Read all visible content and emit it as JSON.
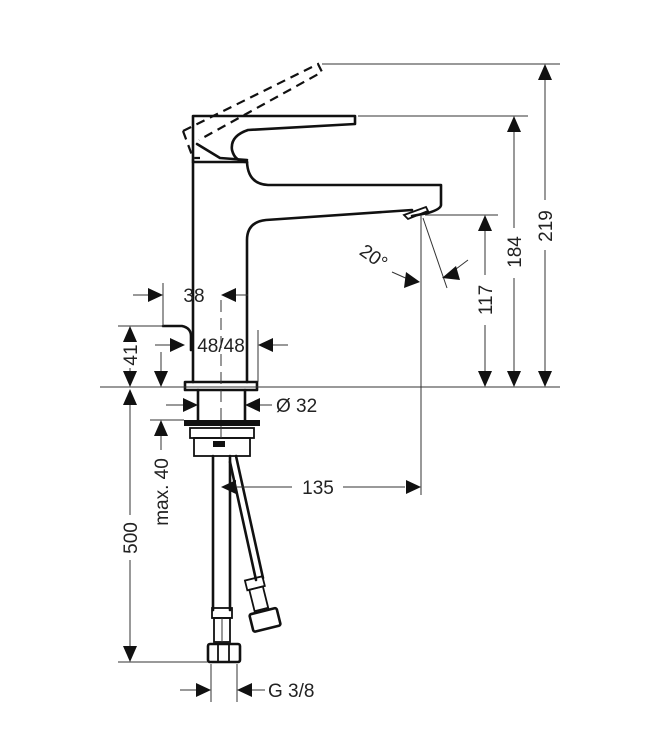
{
  "drawing": {
    "subject": "single-lever basin mixer tap",
    "dimensions": {
      "total_height": "219",
      "handle_height": "184",
      "spout_height": "117",
      "spout_angle": "20°",
      "spout_projection": "135",
      "handle_offset": "38",
      "base_diameter": "48/48",
      "thread_diameter": "Ø 32",
      "base_height": "41",
      "counter_thickness": "max. 40",
      "hose_length": "500",
      "hose_connection": "G 3/8"
    }
  }
}
